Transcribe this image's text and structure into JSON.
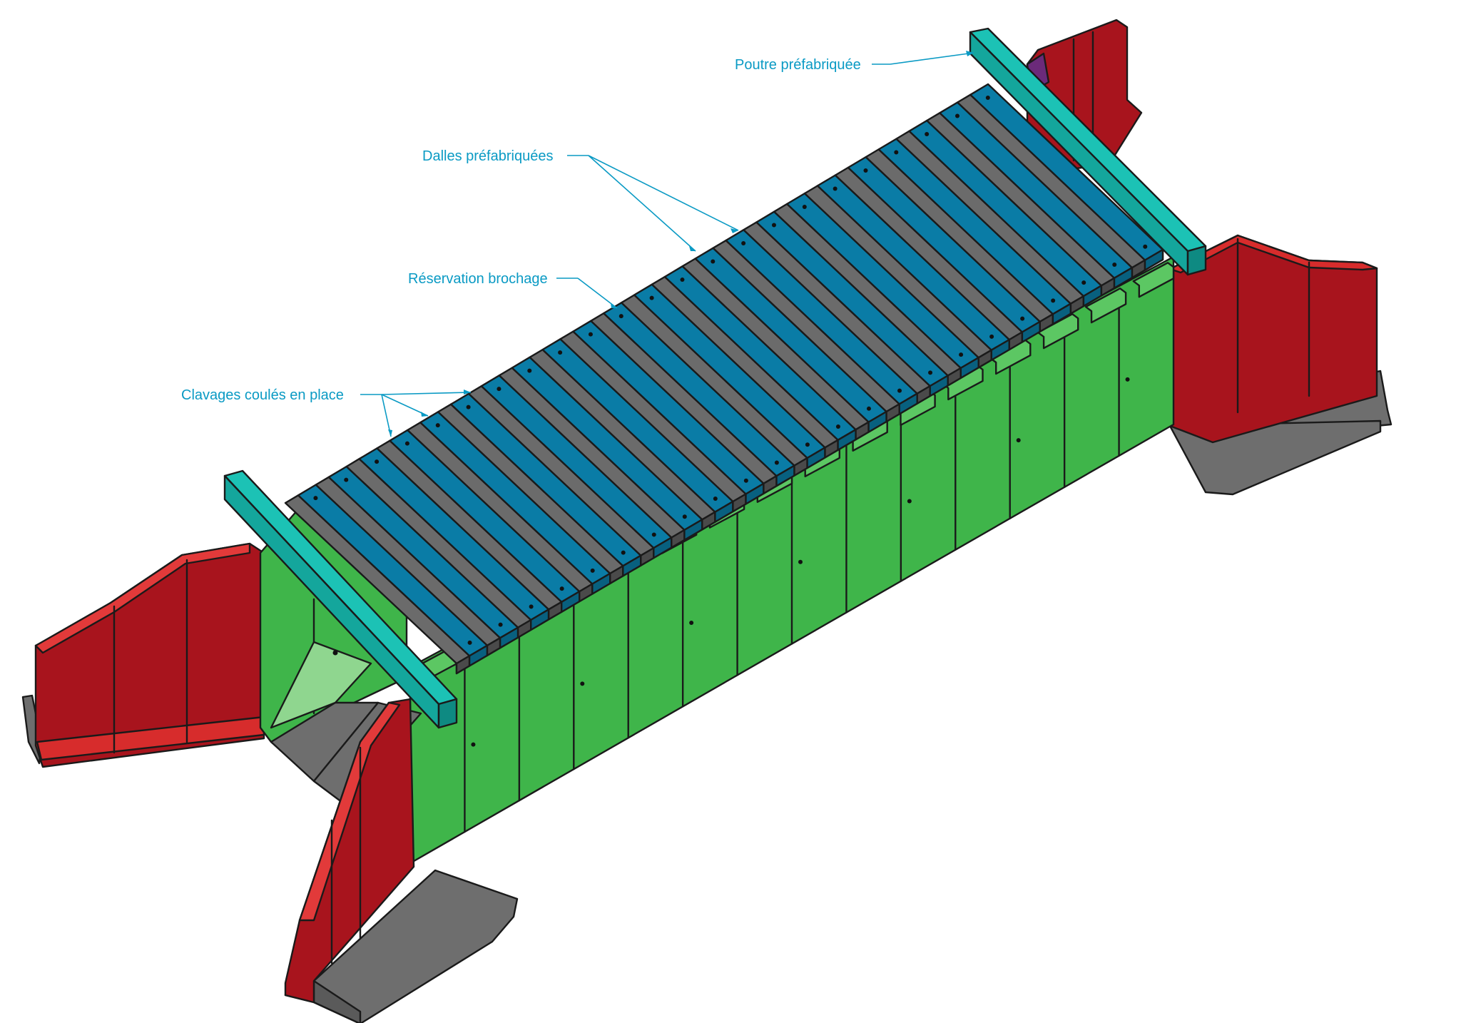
{
  "labels": {
    "beam": "Poutre préfabriquée",
    "slabs": "Dalles préfabriquées",
    "pinning": "Réservation brochage",
    "joints": "Clavages coulés en place"
  },
  "colors": {
    "slab": "#0a7ca6",
    "joint": "#6b6b6b",
    "beam": "#14a69c",
    "wall": "#3fb54a",
    "wing_wall": "#a8141d",
    "wing_wall_light": "#e23a3a",
    "footing": "#6e6e6e",
    "callout": "#0a9ac4"
  }
}
